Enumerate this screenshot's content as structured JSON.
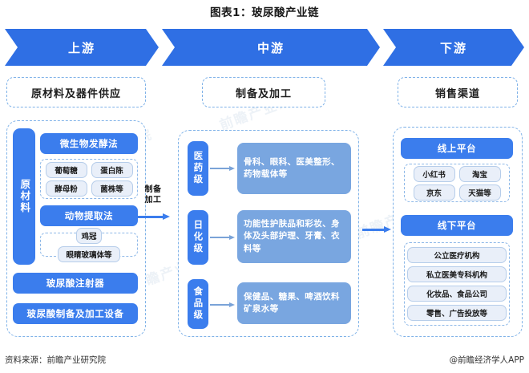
{
  "title": "图表1：玻尿酸产业链",
  "header": {
    "stages": [
      {
        "label": "上游"
      },
      {
        "label": "中游"
      },
      {
        "label": "下游"
      }
    ]
  },
  "columns": {
    "upstream": {
      "heading": "原材料及器件供应",
      "side_label": "原材料",
      "blocks": [
        {
          "label": "微生物发酵法",
          "chips": [
            "葡萄糖",
            "蛋白陈",
            "酵母粉",
            "菌株等"
          ]
        },
        {
          "label": "动物提取法",
          "chips": [
            "鸡冠",
            "眼睛玻璃体等"
          ]
        }
      ],
      "extras": [
        "玻尿酸注射器",
        "玻尿酸制备及加工设备"
      ]
    },
    "midstream": {
      "heading": "制备及加工",
      "grades": [
        {
          "label": "医药级",
          "desc": "骨科、眼科、医美整形、药物载体等"
        },
        {
          "label": "日化级",
          "desc": "功能性护肤品和彩妆、身体及头部护理、牙膏、衣料等"
        },
        {
          "label": "食品级",
          "desc": "保健品、糖果、啤酒饮料矿泉水等"
        }
      ]
    },
    "downstream": {
      "heading": "销售渠道",
      "channels": [
        {
          "label": "线上平台",
          "chips": [
            "小红书",
            "淘宝",
            "京东",
            "天猫等"
          ]
        },
        {
          "label": "线下平台",
          "chips": [
            "公立医疗机构",
            "私立医美专科机构",
            "化妆品、食品公司",
            "零售、广告投放等"
          ]
        }
      ]
    }
  },
  "connectors": {
    "upstream_to_mid_label": "制备\n加工"
  },
  "footer": {
    "source": "资料来源：前瞻产业研究院",
    "brand": "@前瞻经济学人APP"
  },
  "watermark": "前瞻产业研究院",
  "colors": {
    "primary_blue": "#3b7ded",
    "header_blue": "#2f6fe4",
    "desc_blue": "#79a6e0",
    "chip_bg": "#e9eff9",
    "dash_border": "#7fb2e8"
  }
}
